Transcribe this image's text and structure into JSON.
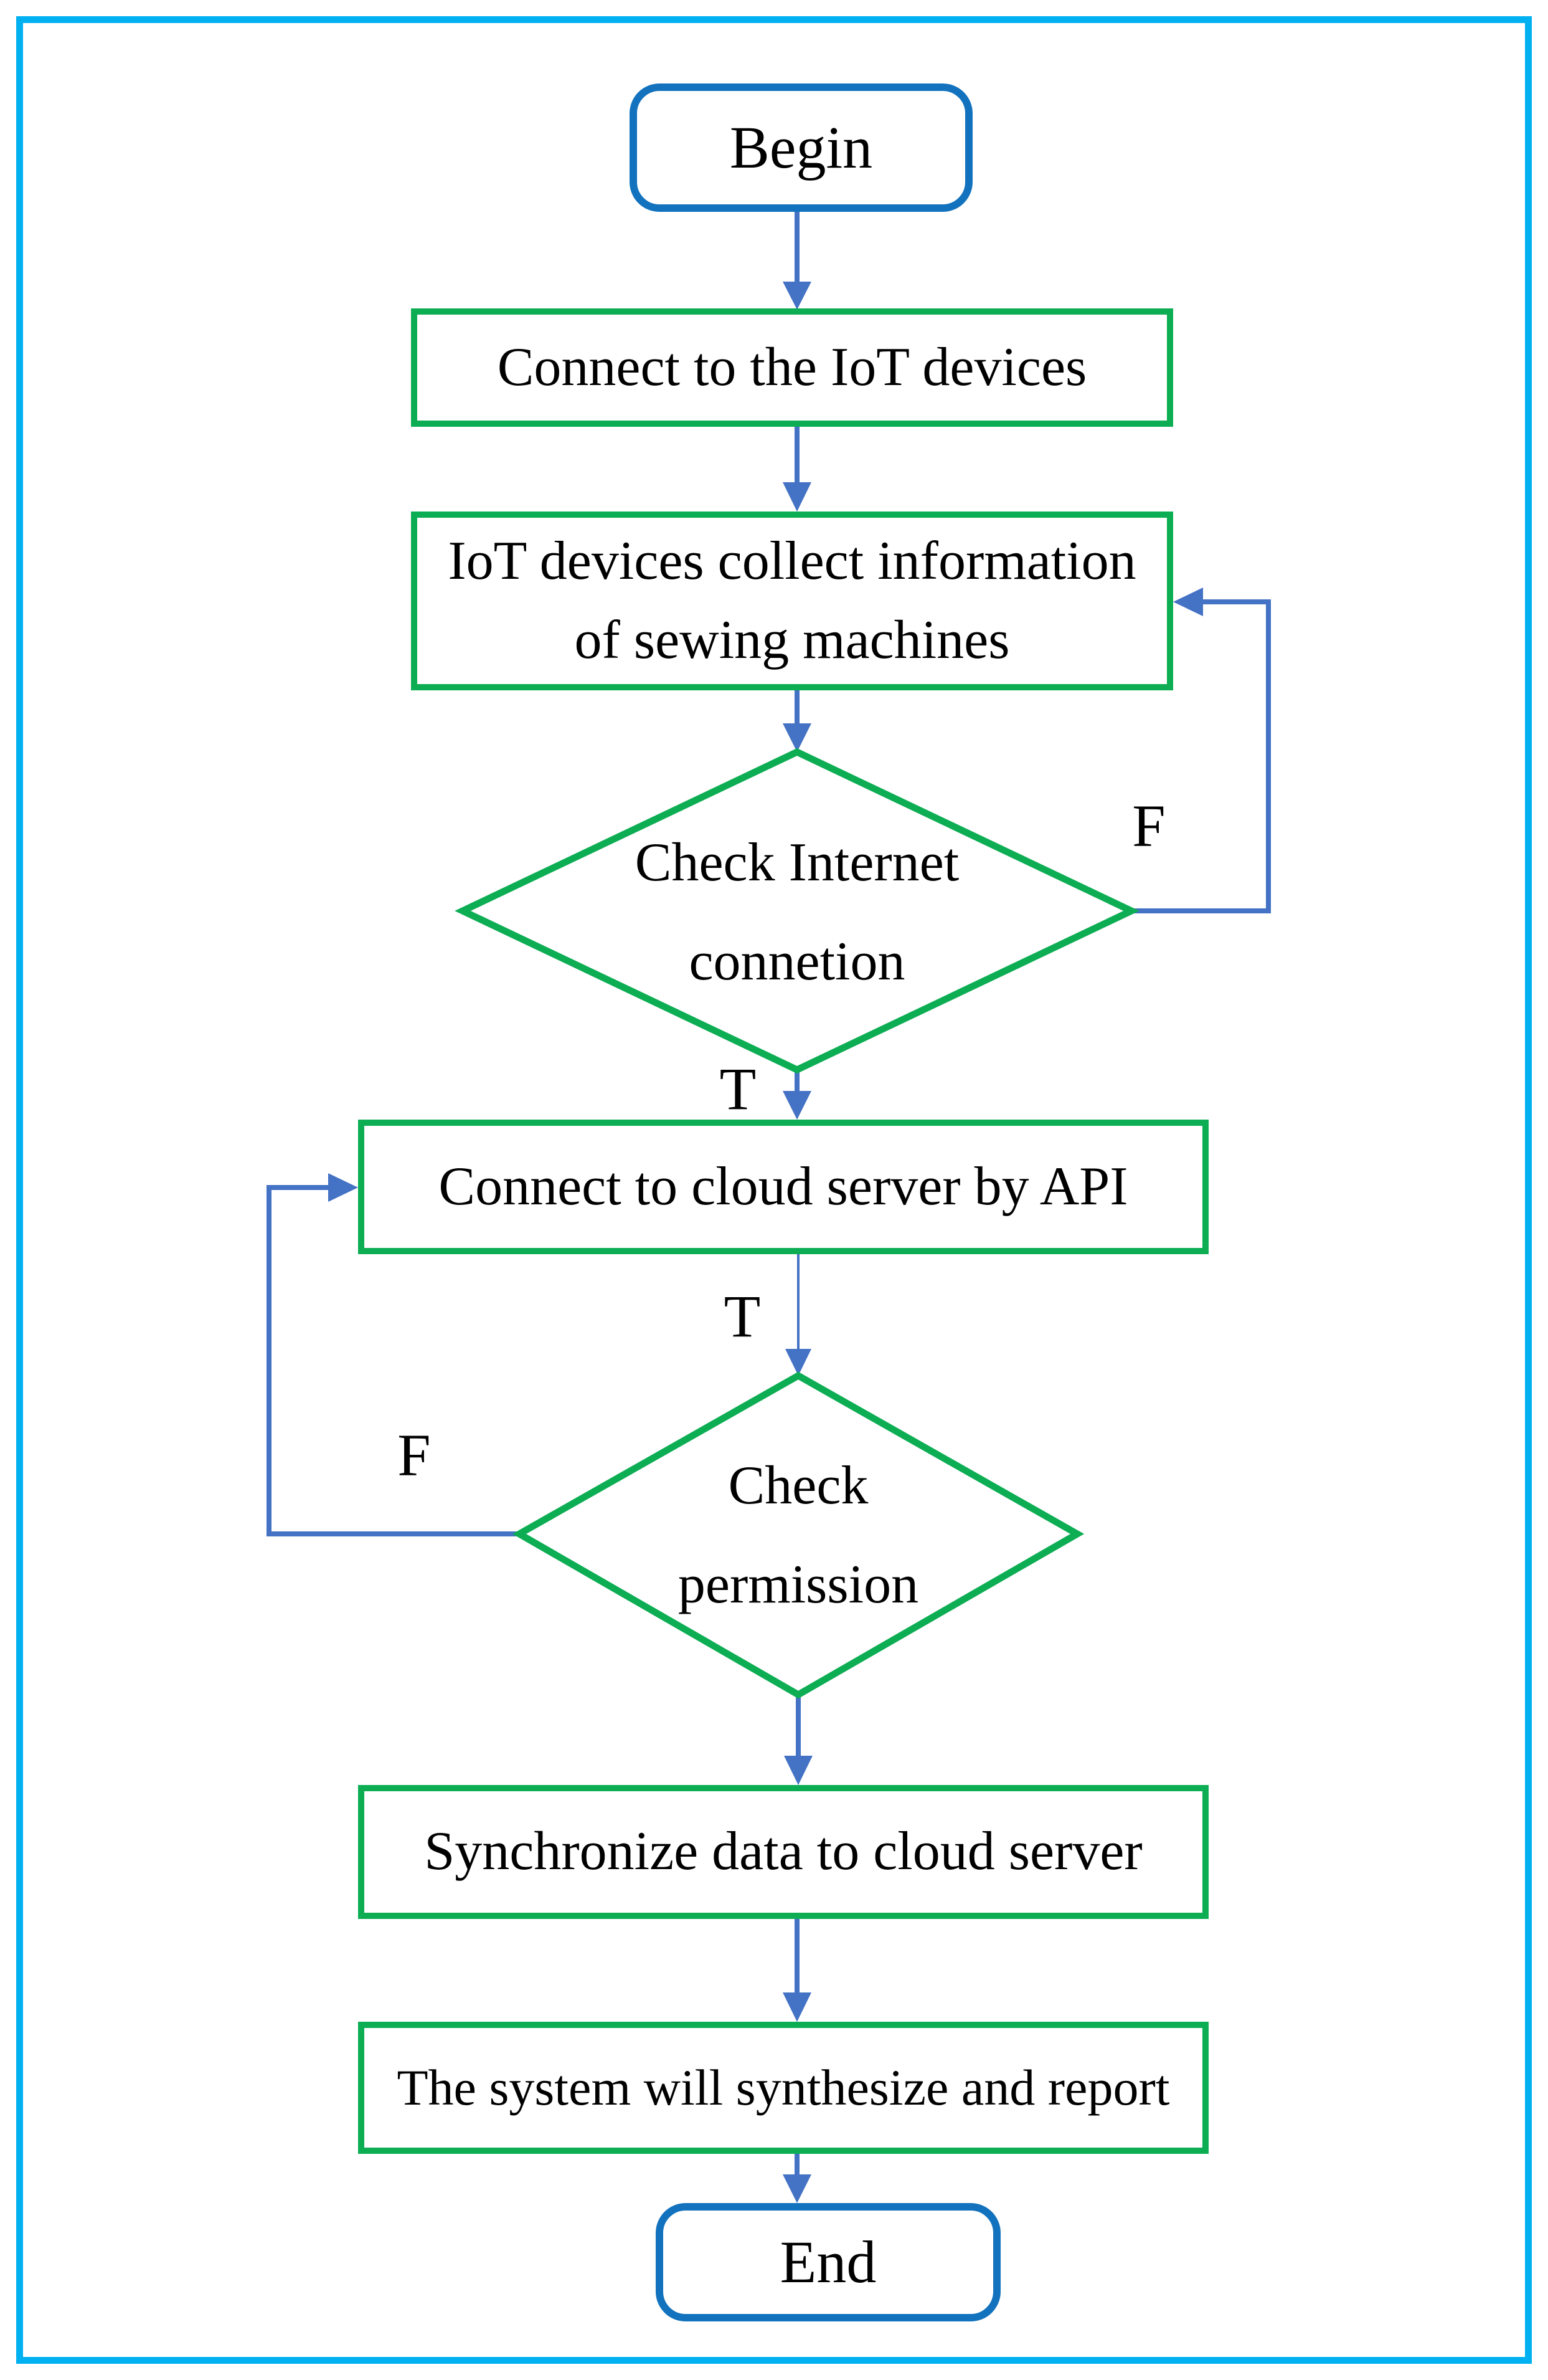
{
  "colors": {
    "frame_border": "#00B0F0",
    "process_border": "#0CAD53",
    "terminator_border": "#1272BD",
    "connector": "#4472C4",
    "text": "#000000"
  },
  "nodes": {
    "begin": {
      "label": "Begin",
      "type": "terminator"
    },
    "connect_iot": {
      "label": "Connect to the IoT devices",
      "type": "process"
    },
    "collect_info": {
      "type": "process",
      "line1": "IoT devices collect information",
      "line2": "of sewing machines"
    },
    "check_internet": {
      "type": "decision",
      "line1": "Check Internet",
      "line2": "connetion"
    },
    "connect_cloud": {
      "label": "Connect to cloud server by API",
      "type": "process"
    },
    "check_permission": {
      "type": "decision",
      "line1": "Check",
      "line2": "permission"
    },
    "sync_data": {
      "label": "Synchronize data to cloud server",
      "type": "process"
    },
    "report": {
      "label": "The system will synthesize and report",
      "type": "process"
    },
    "end": {
      "label": "End",
      "type": "terminator"
    }
  },
  "edge_labels": {
    "internet_false": "F",
    "internet_true": "T",
    "cloud_true": "T",
    "permission_false": "F"
  }
}
